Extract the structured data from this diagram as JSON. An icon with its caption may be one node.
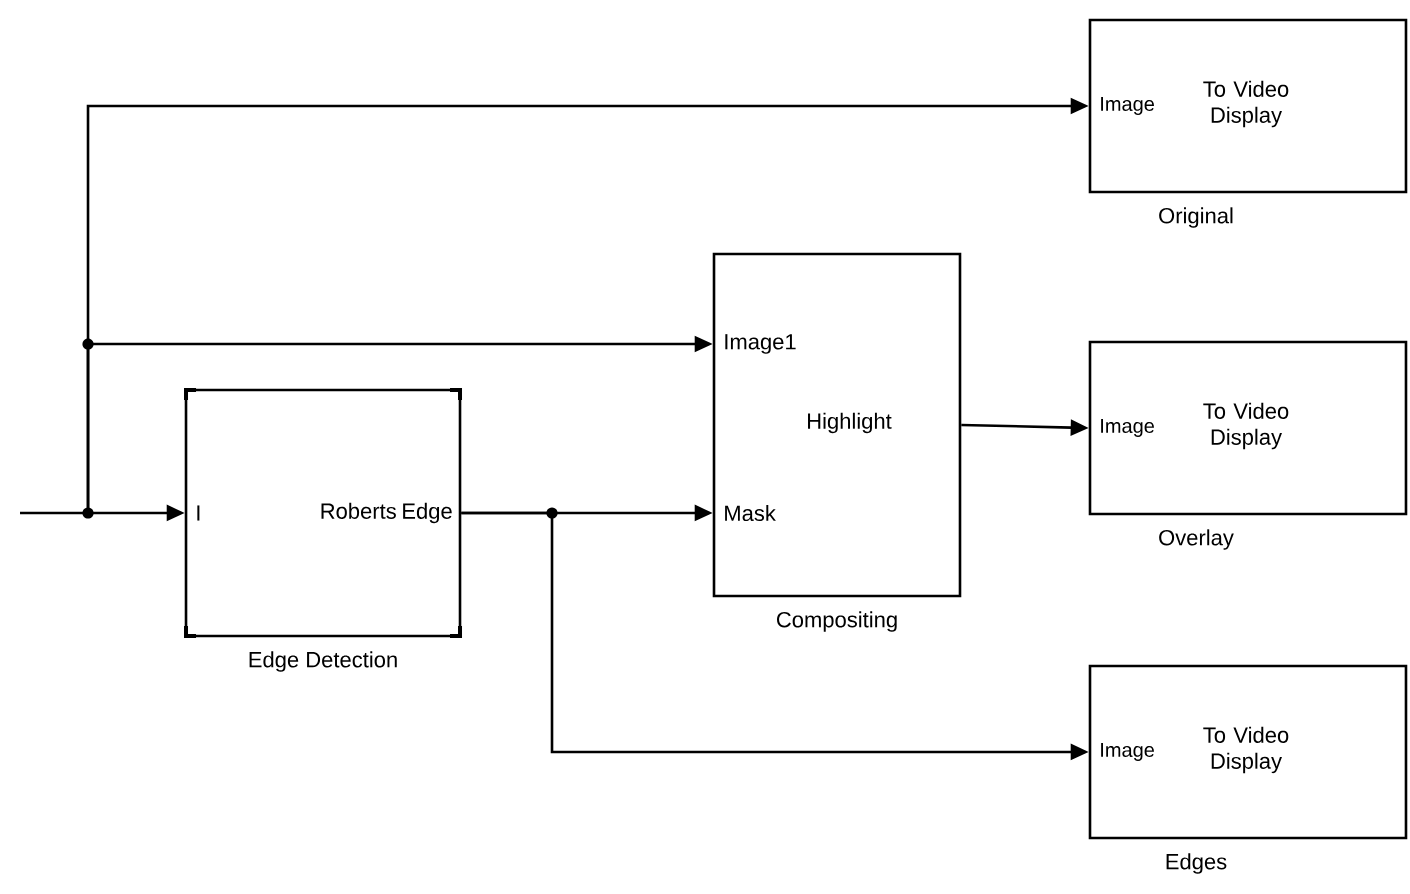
{
  "diagram": {
    "nodes": [
      {
        "text": [
          "I",
          "Roberts",
          "Edge"
        ],
        "beside": [
          "Edge Detection"
        ]
      },
      {
        "text": [
          "Image1",
          "Mask",
          "Highlight"
        ],
        "beside": [
          "Compositing"
        ]
      },
      {
        "text": [
          "Image",
          "To Video Display"
        ],
        "beside": [
          "Original"
        ]
      },
      {
        "text": [
          "Image",
          "To Video Display"
        ],
        "beside": [
          "Overlay"
        ]
      },
      {
        "text": [
          "Image",
          "To Video Display"
        ],
        "beside": [
          "Edges"
        ]
      }
    ],
    "edges": [
      {
        "from": null,
        "to": 0,
        "arrow": "to"
      },
      {
        "from": null,
        "to": 2,
        "arrow": "to"
      },
      {
        "from": null,
        "to": 1,
        "arrow": "to"
      },
      {
        "from": 0,
        "to": 1,
        "arrow": "to"
      },
      {
        "from": 0,
        "to": 4,
        "arrow": "to"
      },
      {
        "from": 1,
        "to": 3,
        "arrow": "to"
      }
    ]
  }
}
